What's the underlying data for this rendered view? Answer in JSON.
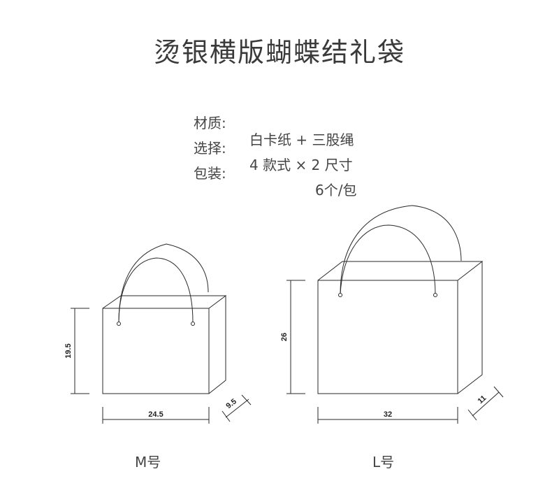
{
  "title": "烫银横版蝴蝶结礼袋",
  "specs": [
    {
      "label": "材质:",
      "value": "白卡纸 + 三股绳"
    },
    {
      "label": "选择:",
      "value": "4 款式 × 2 尺寸"
    },
    {
      "label": "包装:",
      "value": "6个/包"
    }
  ],
  "bags": {
    "m": {
      "name": "M号",
      "height": "19.5",
      "width": "24.5",
      "depth": "9.5"
    },
    "l": {
      "name": "L号",
      "height": "26",
      "width": "32",
      "depth": "11"
    }
  },
  "colors": {
    "line": "#2a2a2a"
  }
}
